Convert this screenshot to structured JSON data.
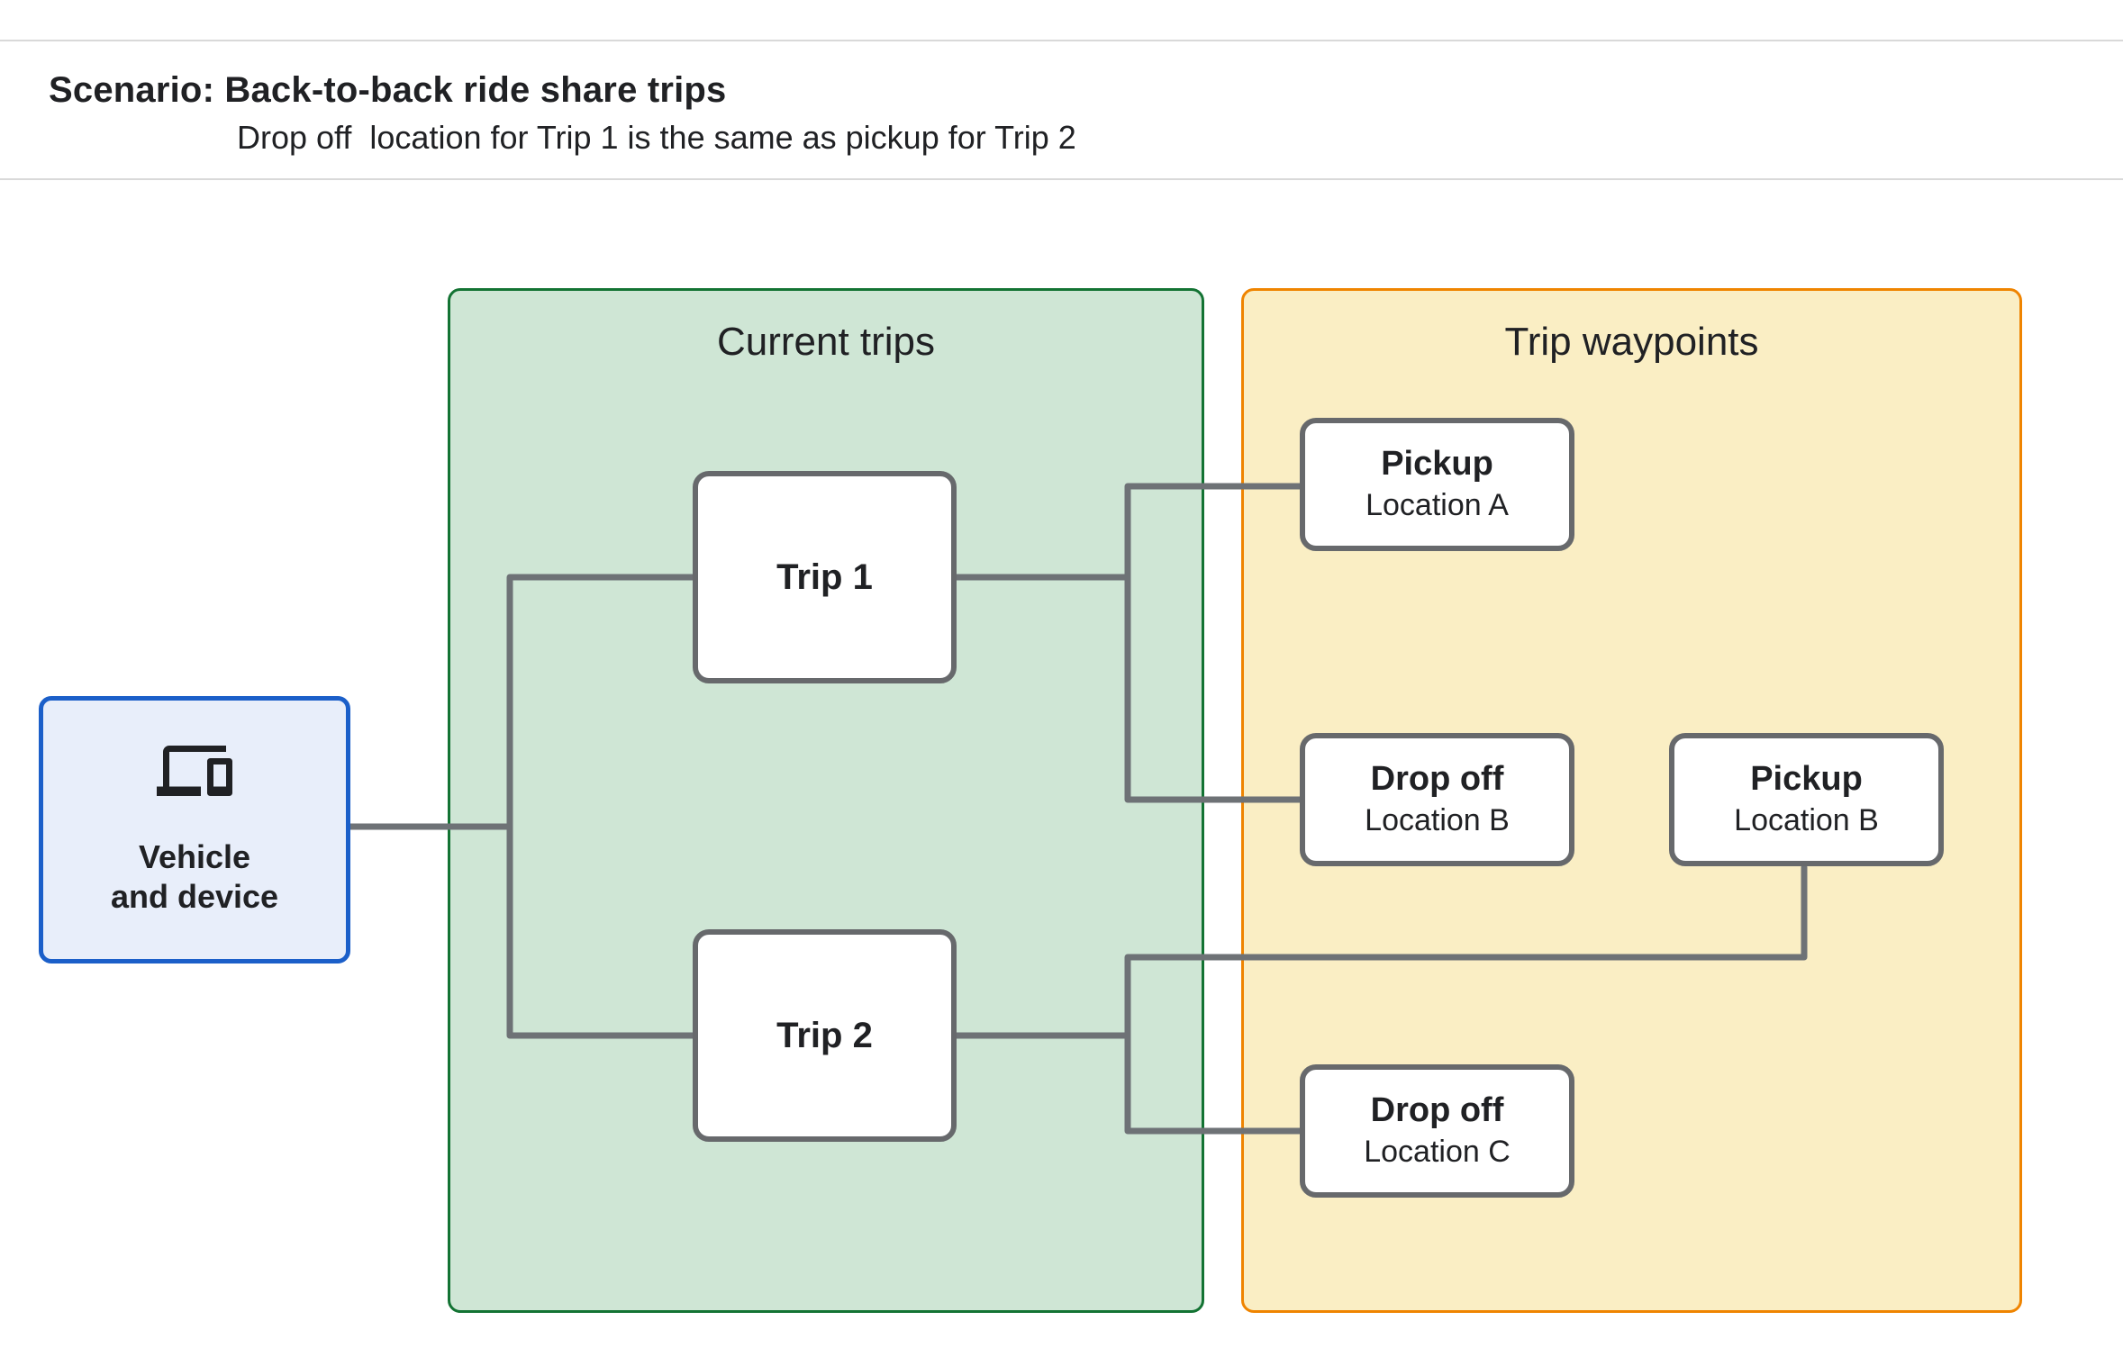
{
  "header": {
    "title": "Scenario: Back-to-back ride share trips",
    "subtitle": "Drop off  location for Trip 1 is the same as pickup for Trip 2"
  },
  "vehicle": {
    "icon": "devices-icon",
    "label_line1": "Vehicle",
    "label_line2": "and device"
  },
  "groups": {
    "current_trips": {
      "label": "Current trips"
    },
    "trip_waypoints": {
      "label": "Trip waypoints"
    }
  },
  "trips": [
    {
      "label": "Trip 1"
    },
    {
      "label": "Trip 2"
    }
  ],
  "waypoints": [
    {
      "title": "Pickup",
      "subtitle": "Location A"
    },
    {
      "title": "Drop off",
      "subtitle": "Location B"
    },
    {
      "title": "Pickup",
      "subtitle": "Location B"
    },
    {
      "title": "Drop off",
      "subtitle": "Location C"
    }
  ],
  "colors": {
    "accent_green_border": "#137333",
    "accent_green_fill": "#cfe6d5",
    "accent_orange_border": "#ef8400",
    "accent_orange_fill": "#faeec4",
    "accent_blue_border": "#1b5fc9",
    "accent_blue_fill": "#e8eefa",
    "connector_gray": "#6e7276",
    "node_border_gray": "#67696c",
    "text_dark": "#202124",
    "rule_gray": "#d9d9d9"
  }
}
